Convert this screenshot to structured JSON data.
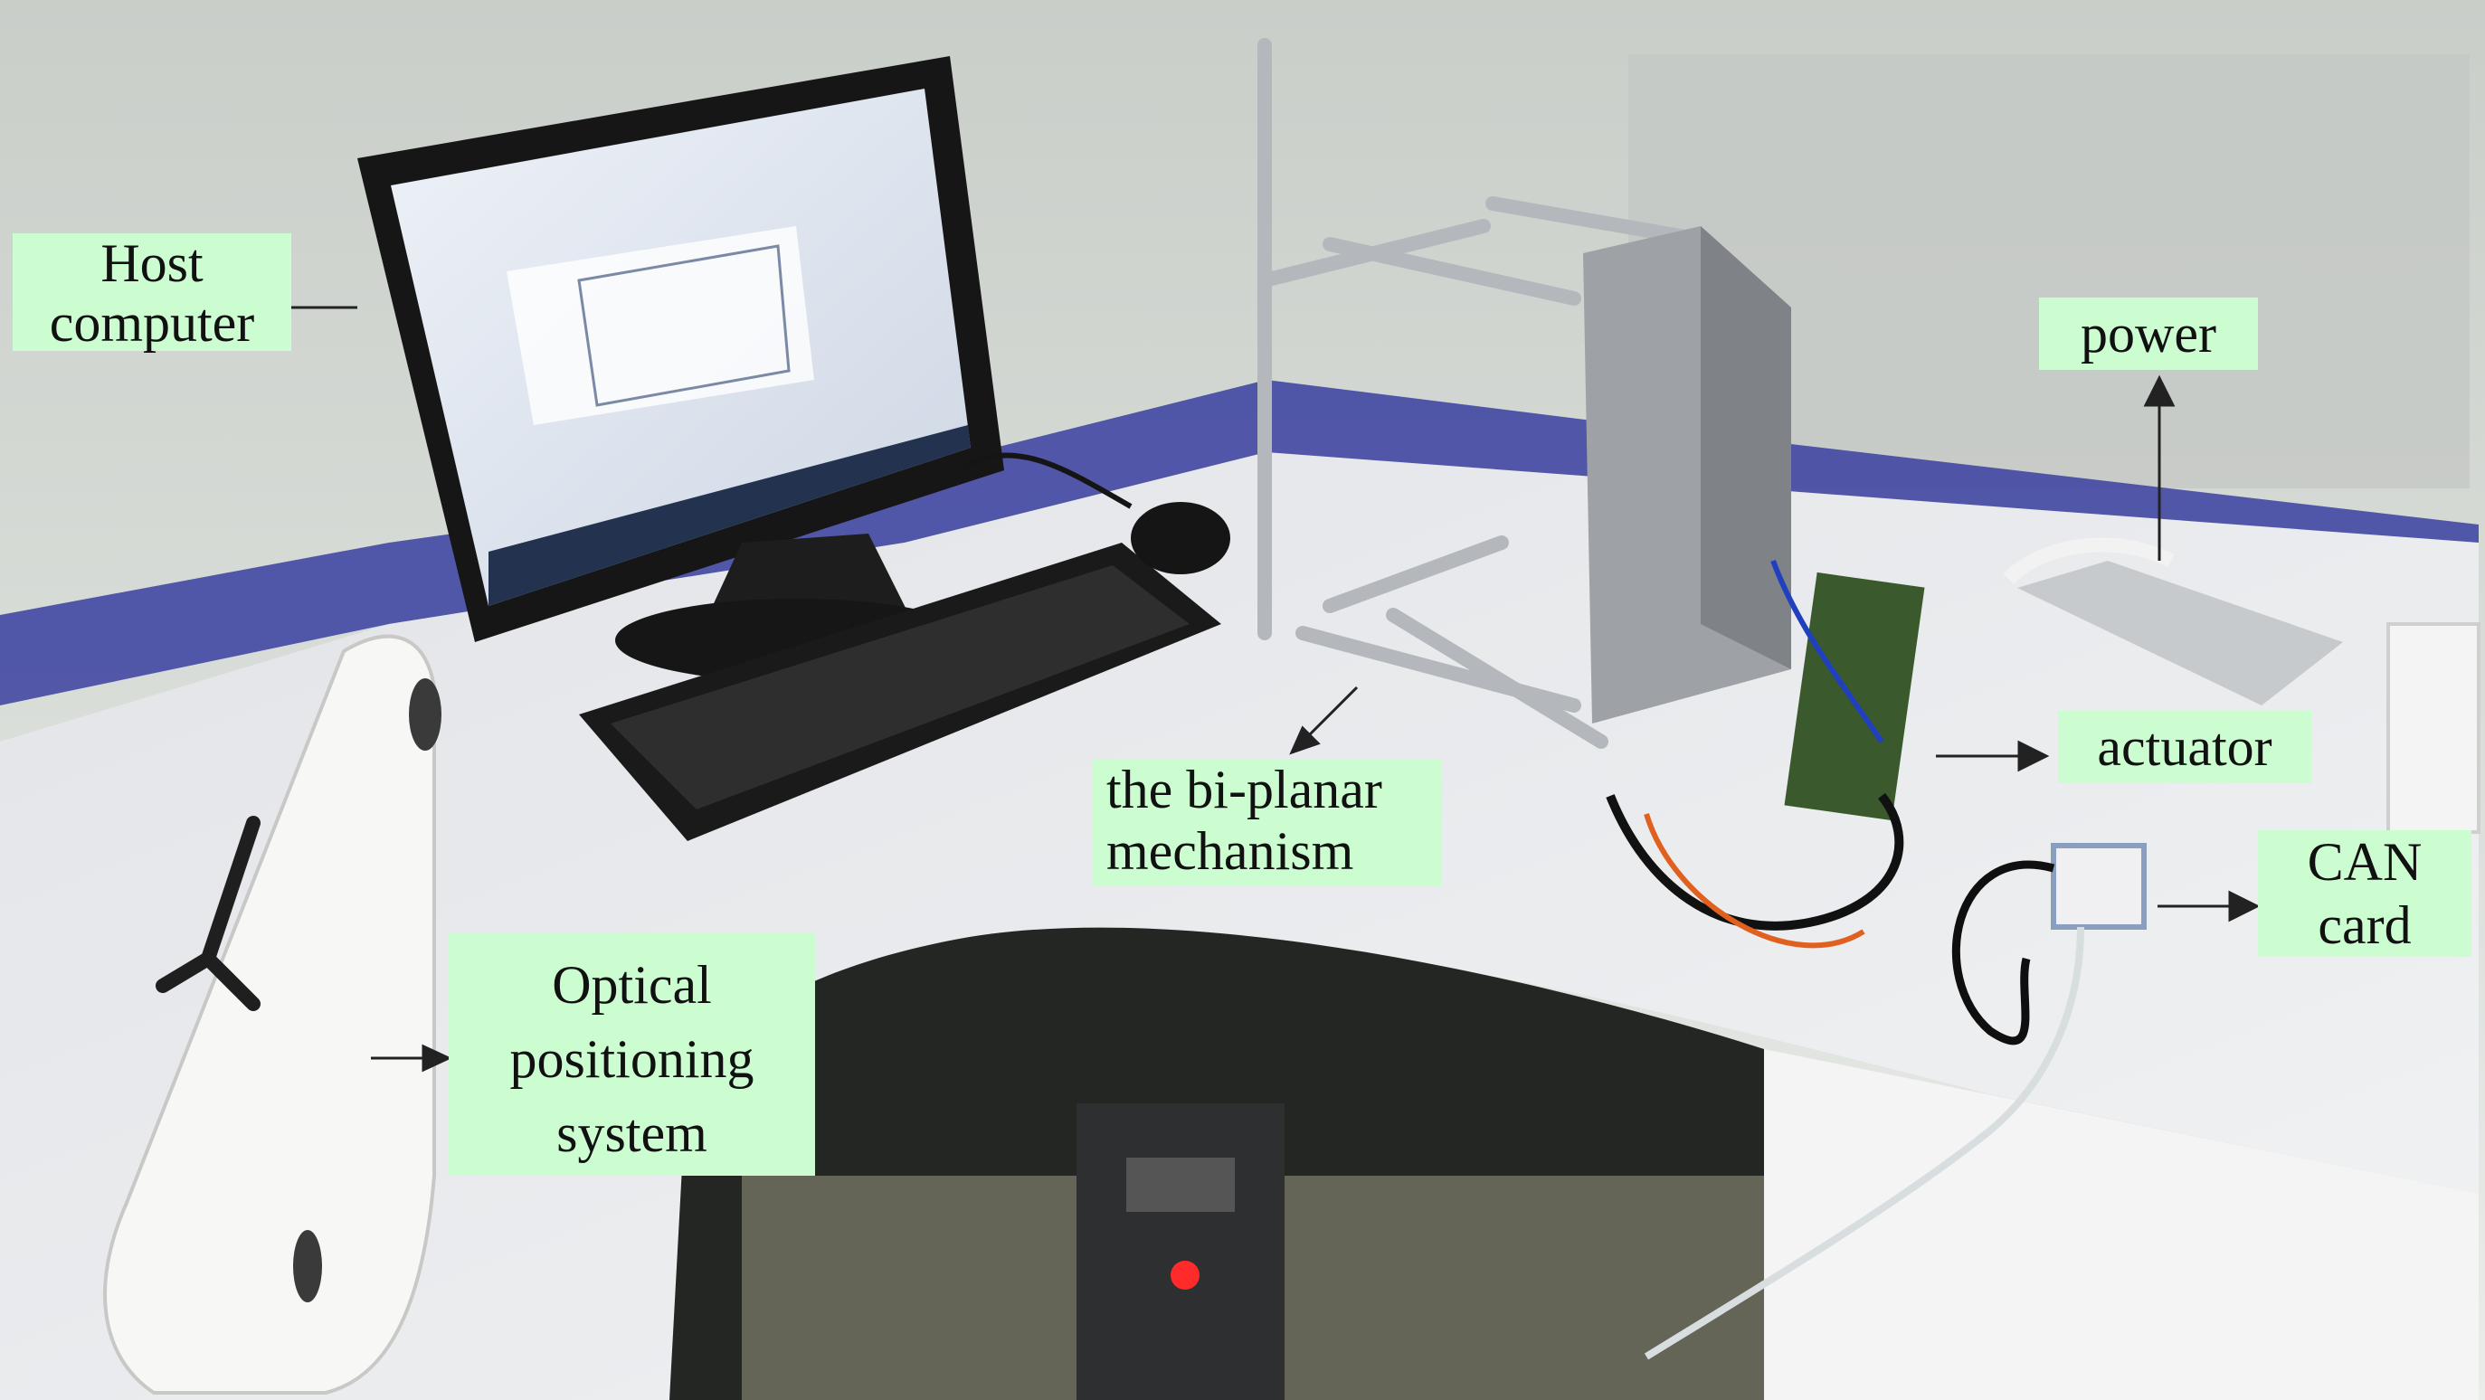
{
  "labels": {
    "host_computer": [
      "Host",
      "computer"
    ],
    "power": "power",
    "actuator": "actuator",
    "can_card": [
      "CAN",
      "card"
    ],
    "bi_planar": [
      "the bi-planar",
      "mechanism"
    ],
    "optical": [
      "Optical",
      "positioning",
      "system"
    ]
  },
  "colors": {
    "label_bg": "#ccfdd0",
    "wall": "#d8dcd8",
    "partition_blue": "#3a3fa0",
    "desk": "#e6e8ea",
    "arrow": "#222222"
  }
}
